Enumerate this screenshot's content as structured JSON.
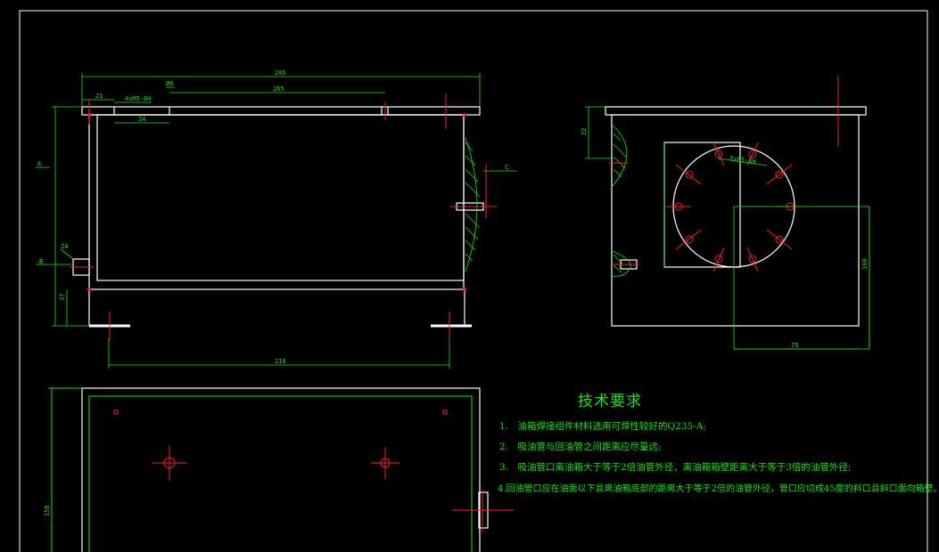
{
  "dims": {
    "overall_length": "245",
    "left_offset": "21",
    "thread_spec": "4xM5-6H",
    "hole_dia": "Ø8",
    "inner_span": "265",
    "hole_spacing": "34",
    "pipe_offset": "24",
    "base_height": "37",
    "bottom_span": "210",
    "top_height": "32",
    "bolt_circle": "8xM5-6H",
    "right_height": "160",
    "right_width": "75",
    "plan_depth": "150",
    "section_mark_a": "A",
    "section_mark_b": "B",
    "section_mark_c": "C"
  },
  "notes": {
    "title": "技术要求",
    "items": [
      "1.　油箱焊接组件材料选用可焊性较好的Q235-A;",
      "2.　吸油管与回油管之间距离应尽量远;",
      "3.　吸油管口离油箱大于等于2倍油管外径，离油箱箱壁距离大于等于3倍的油管外径;",
      "4.回油管口应在油面以下且离油箱底部的距离大于等于2倍的油管外径，管口应切成45度的斜口且斜口面向箱壁。"
    ]
  }
}
